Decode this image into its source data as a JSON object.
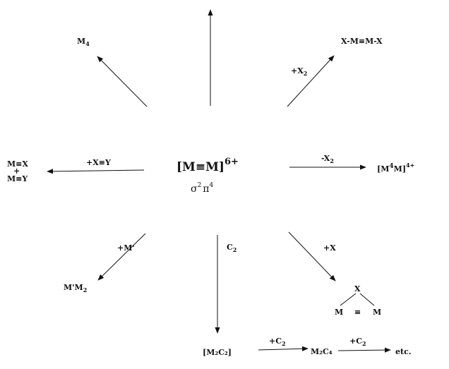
{
  "diagram": {
    "center": {
      "formula": "[M≡M]",
      "charge": "6+",
      "config_sigma": "σ",
      "config_sigma_exp": "2",
      "config_pi": "π",
      "config_pi_exp": "4"
    },
    "edges": {
      "up_left": {
        "product": "M",
        "product_sub": "4"
      },
      "up_right": {
        "reagent": "+X",
        "reagent_sub": "2",
        "product": "X-M≡M-X"
      },
      "left": {
        "reagent": "+X≡Y",
        "product_line1": "M≡X",
        "product_plus": "+",
        "product_line2": "M≡Y"
      },
      "right": {
        "reagent": "-X",
        "reagent_sub": "2",
        "product_pre": "[M",
        "product_bond": "4",
        "product_post": "M]",
        "product_charge": "4+"
      },
      "down_left": {
        "reagent": "+M'",
        "product": "M'M",
        "product_sub": "2"
      },
      "down": {
        "reagent": "C",
        "reagent_sub": "2",
        "product": "[M₂C₂]",
        "step2_reagent": "+C",
        "step2_reagent_sub": "2",
        "step2_product": "M₂C₄",
        "step3_reagent": "+C",
        "step3_reagent_sub": "2",
        "step3_product": "etc."
      },
      "down_right": {
        "reagent": "+X",
        "product_top": "X",
        "product_left": "M",
        "product_bond": "≡",
        "product_right": "M"
      }
    }
  }
}
